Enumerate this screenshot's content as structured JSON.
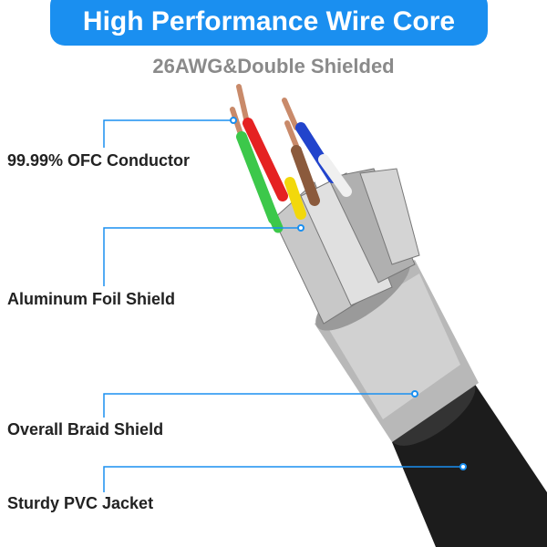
{
  "banner": {
    "title": "High Performance Wire Core",
    "color": "#1a8ff0"
  },
  "subtitle": "26AWG&Double Shielded",
  "callouts": [
    {
      "label": "99.99% OFC Conductor"
    },
    {
      "label": "Aluminum Foil Shield"
    },
    {
      "label": "Overall Braid Shield"
    },
    {
      "label": "Sturdy PVC Jacket"
    }
  ],
  "wire_colors": [
    "#3cc84a",
    "#e52222",
    "#8b5a3c",
    "#f2d80c",
    "#2244cc",
    "#f0f0f0"
  ]
}
